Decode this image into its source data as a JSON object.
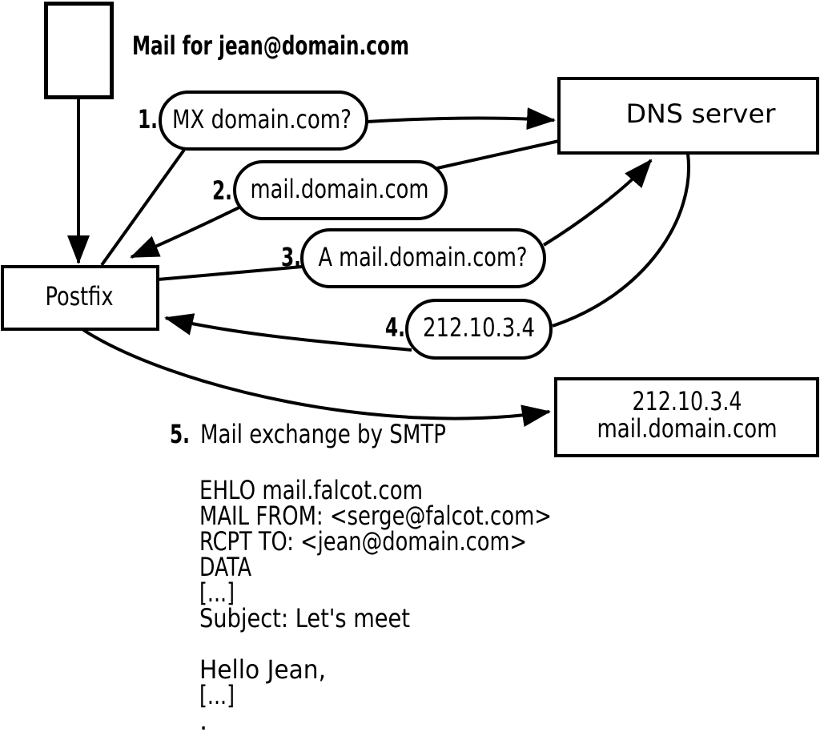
{
  "title": "Mail for jean@domain.com",
  "nodes": {
    "postfix": {
      "label": "Postfix"
    },
    "dns_server": {
      "label": "DNS server"
    },
    "mail_server": {
      "line1": "212.10.3.4",
      "line2": "mail.domain.com"
    }
  },
  "steps": [
    {
      "num": "1.",
      "label": "MX domain.com?"
    },
    {
      "num": "2.",
      "label": "mail.domain.com"
    },
    {
      "num": "3.",
      "label": "A mail.domain.com?"
    },
    {
      "num": "4.",
      "label": "212.10.3.4"
    },
    {
      "num": "5.",
      "label": "Mail exchange by SMTP"
    }
  ],
  "smtp_session": {
    "lines": [
      "EHLO mail.falcot.com",
      "MAIL FROM: <serge@falcot.com>",
      "RCPT TO: <jean@domain.com>",
      "DATA",
      "[...]",
      "Subject: Let's meet",
      "",
      "Hello Jean,",
      "[...]",
      "."
    ]
  },
  "colors": {
    "ink": "#000000",
    "background": "#ffffff"
  }
}
